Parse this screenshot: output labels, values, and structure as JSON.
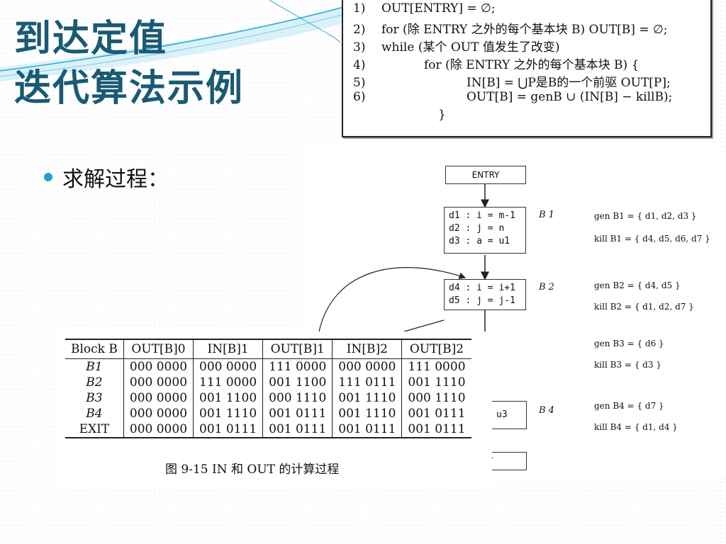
{
  "title": {
    "line1": "到达定值",
    "line2": "迭代算法示例"
  },
  "bullet": {
    "text": "求解过程："
  },
  "algorithm": {
    "lines": [
      {
        "num": "1)",
        "text": "OUT[ENTRY] = ∅;"
      },
      {
        "num": "2)",
        "text": "for (除 ENTRY 之外的每个基本块 B) OUT[B] = ∅;"
      },
      {
        "num": "3)",
        "text": "while (某个 OUT 值发生了改变)"
      },
      {
        "num": "4)",
        "text": "for (除 ENTRY 之外的每个基本块 B) {"
      },
      {
        "num": "5)",
        "text": "IN[B]  =  ⋃P是B的一个前驱 OUT[P];"
      },
      {
        "num": "6)",
        "text": "OUT[B] = genB ∪ (IN[B] − killB);"
      },
      {
        "num": "",
        "text": "}"
      }
    ]
  },
  "flow_graph": {
    "entry": "ENTRY",
    "exit_partial": "T",
    "b1": {
      "label": "B 1",
      "code": [
        "d1 : i = m-1",
        "d2 : j = n",
        "d3 : a = u1"
      ]
    },
    "b2": {
      "label": "B 2",
      "code": [
        "d4 : i = i+1",
        "d5 : j = j-1"
      ]
    },
    "b4": {
      "label": "B 4",
      "code_partial": "u3"
    },
    "sets": [
      {
        "gen": "gen B1 = { d1, d2, d3 }",
        "kill": "kill B1 = { d4, d5, d6, d7 }"
      },
      {
        "gen": "gen B2 = { d4, d5 }",
        "kill": "kill B2 = { d1, d2, d7 }"
      },
      {
        "gen": "gen B3 = { d6 }",
        "kill": "kill B3 = { d3 }"
      },
      {
        "gen": "gen B4 = { d7 }",
        "kill": "kill B4 = { d1, d4 }"
      }
    ]
  },
  "table": {
    "headers": [
      "Block B",
      "OUT[B]0",
      "IN[B]1",
      "OUT[B]1",
      "IN[B]2",
      "OUT[B]2"
    ],
    "rows": [
      [
        "B1",
        "000 0000",
        "000 0000",
        "111 0000",
        "000 0000",
        "111 0000"
      ],
      [
        "B2",
        "000 0000",
        "111 0000",
        "001 1100",
        "111 0111",
        "001 1110"
      ],
      [
        "B3",
        "000 0000",
        "001 1100",
        "000 1110",
        "001 1110",
        "000 1110"
      ],
      [
        "B4",
        "000 0000",
        "001 1110",
        "001 0111",
        "001 1110",
        "001 0111"
      ],
      [
        "EXIT",
        "000 0000",
        "001 0111",
        "001 0111",
        "001 0111",
        "001 0111"
      ]
    ],
    "caption": "图 9-15    IN 和 OUT 的计算过程"
  },
  "colors": {
    "title": "#1a5a73",
    "bullet": "#1aa6c9",
    "swoosh": "#2aa9cf"
  }
}
